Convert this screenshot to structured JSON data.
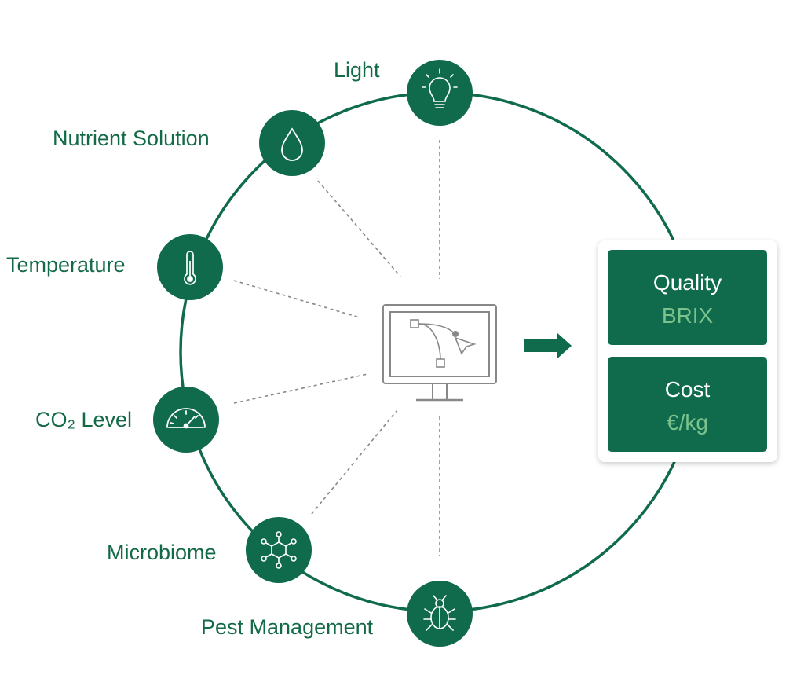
{
  "factors": {
    "light": "Light",
    "nutrient": "Nutrient Solution",
    "temperature": "Temperature",
    "co2": "CO₂ Level",
    "microbiome": "Microbiome",
    "pest": "Pest Management"
  },
  "icons": {
    "light": "lightbulb-icon",
    "nutrient": "water-drop-icon",
    "temperature": "thermometer-icon",
    "co2": "gauge-icon",
    "microbiome": "molecule-icon",
    "pest": "beetle-icon",
    "center": "computer-monitor-bezier-icon",
    "arrow": "arrow-right-icon"
  },
  "outputs": {
    "quality": {
      "title": "Quality",
      "value": "BRIX"
    },
    "cost": {
      "title": "Cost",
      "value": "€/kg"
    }
  },
  "colors": {
    "primary": "#0f6b4b",
    "value_text": "#7cc28d",
    "connector": "#888888",
    "monitor": "#888888"
  }
}
